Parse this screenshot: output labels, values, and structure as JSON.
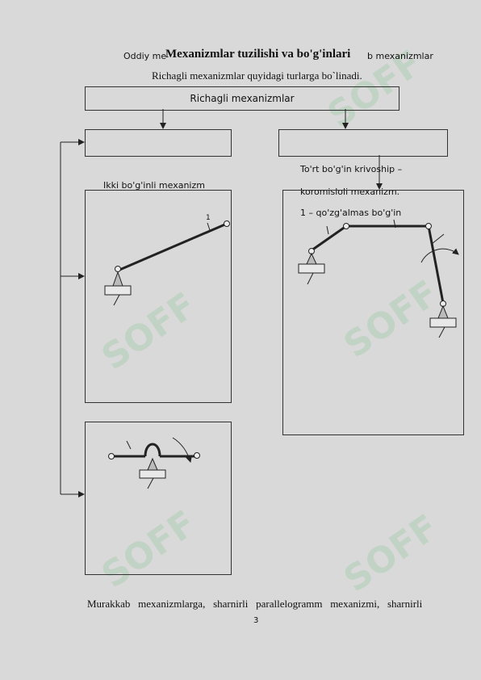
{
  "header": {
    "overlap_left": "Oddiy me",
    "title": "Mexanizmlar tuzilishi va bo'g'inlari",
    "overlap_right": "b mexanizmlar"
  },
  "intro": "Richagli mexanizmlar quyidagi turlarga bo`linadi.",
  "diagram": {
    "top_box": "Richagli mexanizmlar",
    "left_caption": "Ikki  bo'g'inli mexanizm",
    "right_caption_1": "To'rt bo'g'in krivoship –",
    "right_caption_2": "koromisloli mexanizm.",
    "right_caption_3": "1 – qo'zg'almas bo'g'in",
    "label_one": "1"
  },
  "footer_text": "Murakkab   mexanizmlarga,   sharnirli   parallelogramm   mexanizmi,   sharnirli",
  "page_number": "3",
  "watermark": "SOFF",
  "colors": {
    "background": "#d9d9d9",
    "watermark": "#96c8a0"
  }
}
